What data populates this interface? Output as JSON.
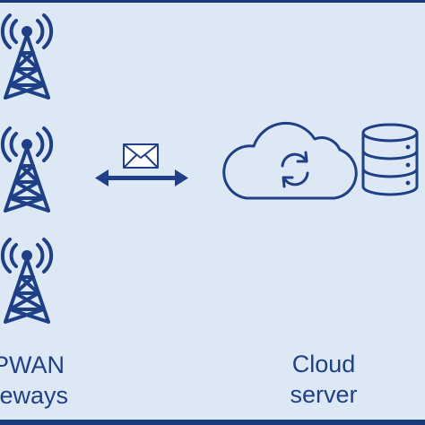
{
  "diagram": {
    "gateways": {
      "label_line1": "PWAN",
      "label_line2": "teways",
      "towers": [
        {
          "icon": "cell-tower-icon"
        },
        {
          "icon": "cell-tower-icon"
        },
        {
          "icon": "cell-tower-icon"
        }
      ]
    },
    "link": {
      "icon": "bidirectional-arrow-icon",
      "message_icon": "envelope-icon"
    },
    "cloud": {
      "label_line1": "Cloud",
      "label_line2": "server",
      "icon": "cloud-icon",
      "sync_icon": "sync-icon",
      "database_icon": "database-icon"
    },
    "colors": {
      "background": "#dce9f5",
      "primary": "#1f3f86",
      "border": "#1a3a7a"
    }
  }
}
